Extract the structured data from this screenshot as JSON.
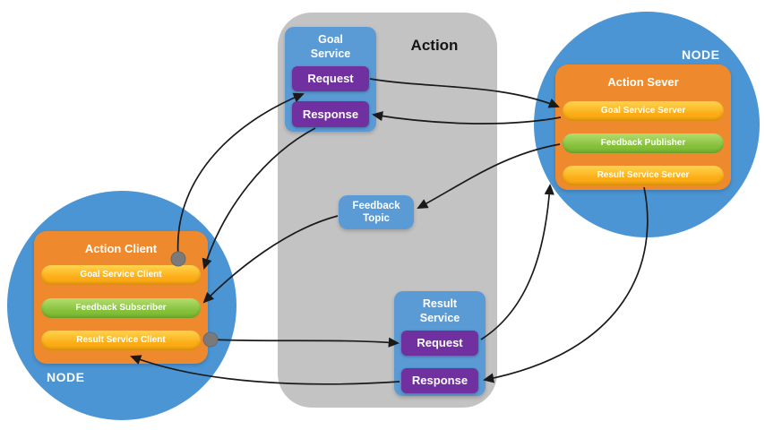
{
  "diagram": {
    "action_group_label": "Action",
    "client": {
      "node_label": "NODE",
      "title": "Action Client",
      "items": [
        {
          "label": "Goal Service Client"
        },
        {
          "label": "Feedback Subscriber"
        },
        {
          "label": "Result Service Client"
        }
      ]
    },
    "server": {
      "node_label": "NODE",
      "title": "Action Sever",
      "items": [
        {
          "label": "Goal Service Server"
        },
        {
          "label": "Feedback Publisher"
        },
        {
          "label": "Result Service Server"
        }
      ]
    },
    "goal_service": {
      "title": "Goal\nService",
      "request_label": "Request",
      "response_label": "Response"
    },
    "feedback_topic": {
      "title": "Feedback\nTopic"
    },
    "result_service": {
      "title": "Result\nService",
      "request_label": "Request",
      "response_label": "Response"
    },
    "colors": {
      "node_circle": "#4b95d4",
      "action_group": "#c3c3c3",
      "node_box": "#ee8a2d",
      "service_box": "#5b9bd5",
      "request_response_button": "#7030a0",
      "yellow_pill": "#fcae18",
      "green_pill": "#86c23d",
      "arrow": "#1a1a1a",
      "connector_dot": "#7a7a7a"
    }
  }
}
